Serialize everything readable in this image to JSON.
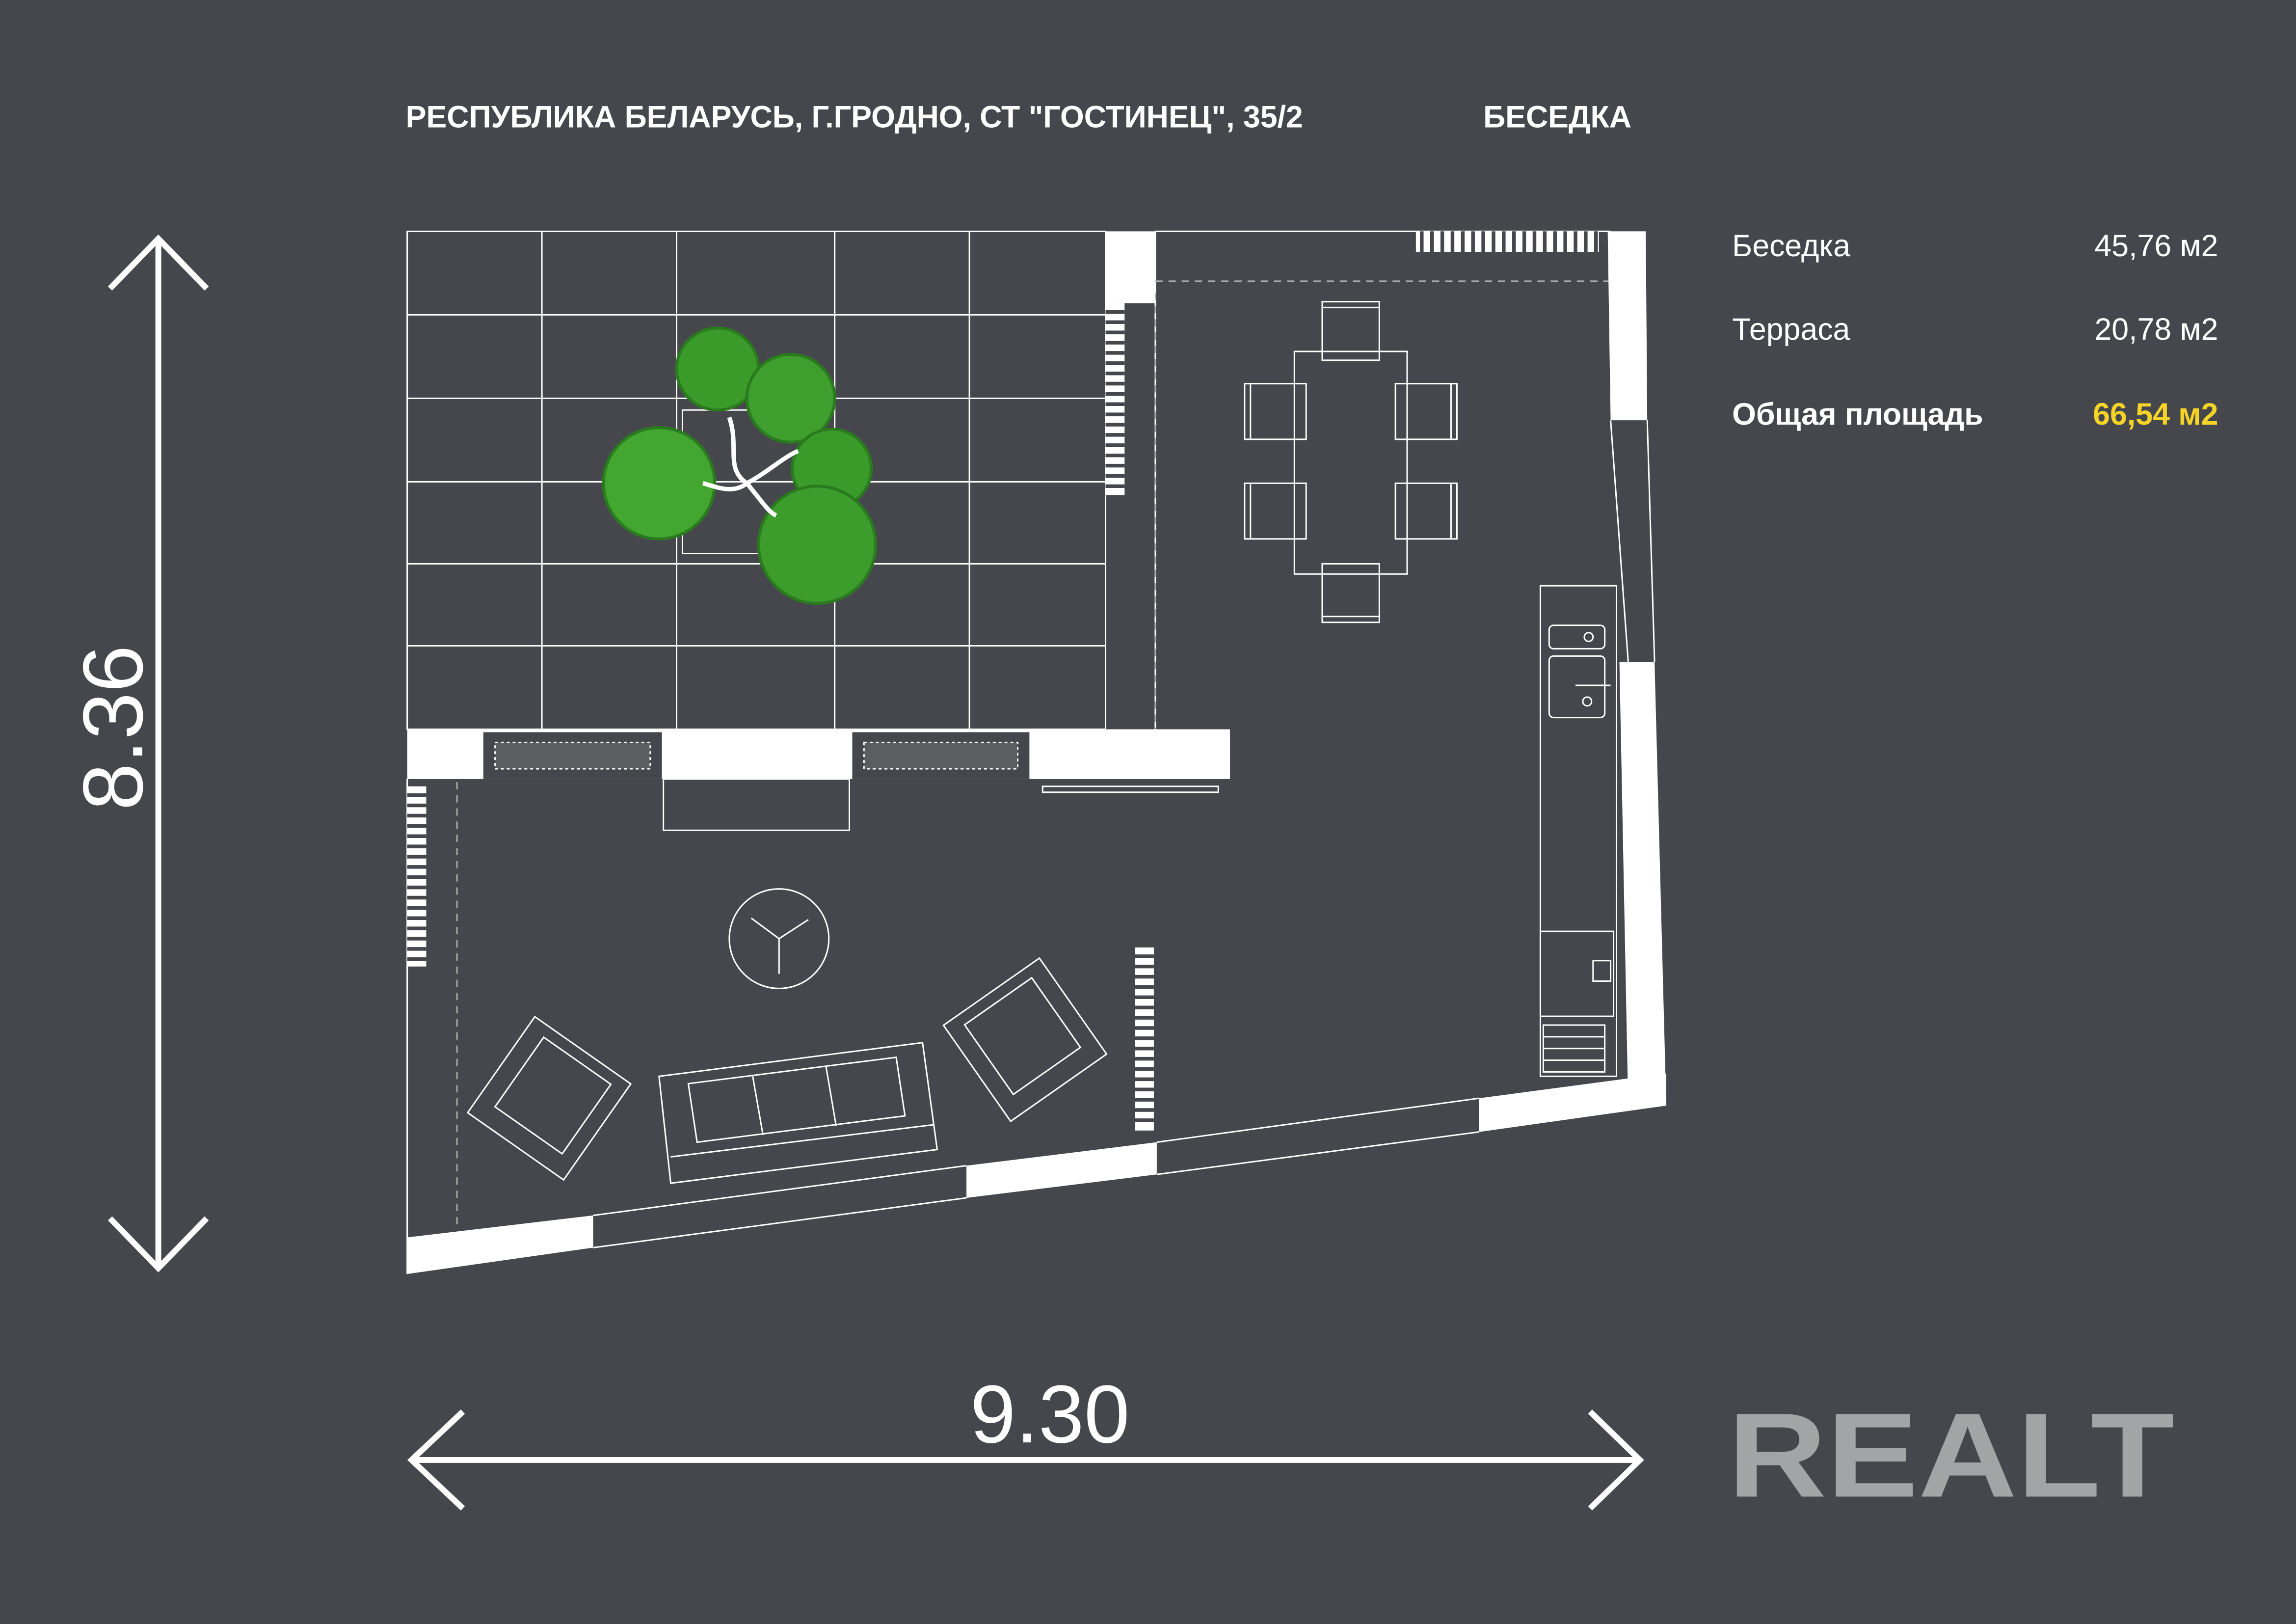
{
  "header": {
    "address": "РЕСПУБЛИКА  БЕЛАРУСЬ,  Г.ГРОДНО,  СТ  \"ГОСТИНЕЦ\",  35/2",
    "object_type": "БЕСЕДКА"
  },
  "dimensions": {
    "height": "8.36",
    "width": "9.30"
  },
  "areas": [
    {
      "label": "Беседка",
      "value": "45,76 м2"
    },
    {
      "label": "Терраса",
      "value": "20,78 м2"
    },
    {
      "label": "Общая площадь",
      "value": "66,54 м2"
    }
  ],
  "colors": {
    "background": "#45474c",
    "accent": "#f5d327",
    "logo": "#a3a4a6",
    "tree": "#3a9a2a"
  },
  "logo": {
    "text": "REALT"
  }
}
